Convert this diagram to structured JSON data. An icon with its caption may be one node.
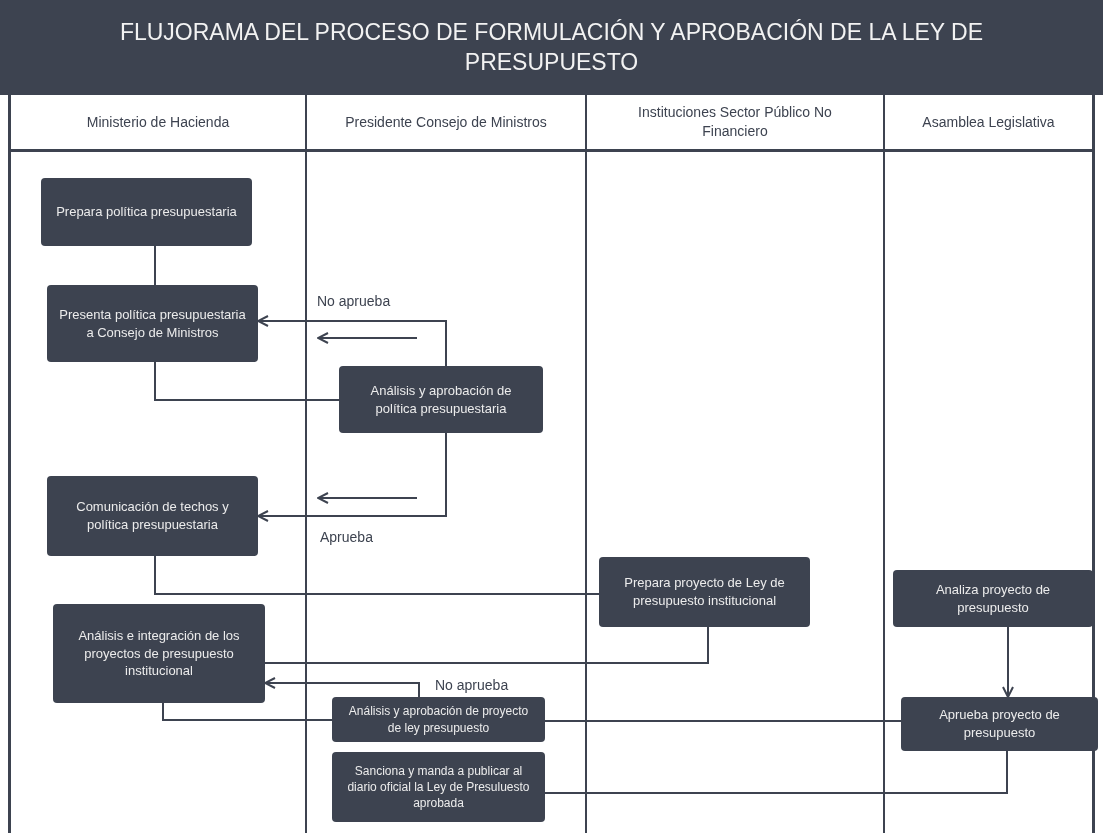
{
  "diagram": {
    "title": "FLUJORAMA DEL PROCESO DE FORMULACIÓN Y APROBACIÓN DE LA LEY DE PRESUPUESTO",
    "nodes": [
      {
        "text": [
          "Ministerio de Hacienda"
        ]
      },
      {
        "text": [
          "Presidente Consejo de Ministros"
        ]
      },
      {
        "text": [
          "Instituciones Sector Público No Financiero"
        ]
      },
      {
        "text": [
          "Asamblea Legislativa"
        ]
      },
      {
        "text": [
          "Prepara política presupuestaria"
        ],
        "in": 0
      },
      {
        "text": [
          "Presenta política presupuestaria a Consejo de Ministros"
        ],
        "in": 0
      },
      {
        "text": [
          "Análisis y aprobación de política presupuestaria"
        ],
        "in": 1
      },
      {
        "text": [
          "Comunicación de techos y política presupuestaria"
        ],
        "in": 0
      },
      {
        "text": [
          "Análisis e integración de los proyectos de presupuesto institucional"
        ],
        "in": 0
      },
      {
        "text": [
          "Prepara proyecto de Ley de presupuesto institucional"
        ],
        "in": 2
      },
      {
        "text": [
          "Analiza proyecto de presupuesto"
        ],
        "in": 3
      },
      {
        "text": [
          "Análisis y aprobación de proyecto de ley presupuesto"
        ],
        "in": 1
      },
      {
        "text": [
          "Aprueba proyecto de presupuesto"
        ],
        "in": 3
      },
      {
        "text": [
          "Sanciona y manda a publicar al diario oficial la Ley de Presuluesto aprobada"
        ],
        "in": 1
      }
    ],
    "edges": [
      {
        "from": 4,
        "to": 5,
        "arrow": "none"
      },
      {
        "from": 5,
        "to": 6,
        "arrow": "none"
      },
      {
        "from": 6,
        "to": 5,
        "arrow": "to",
        "label": "No aprueba"
      },
      {
        "from": 6,
        "to": 7,
        "arrow": "to",
        "label": "Aprueba"
      },
      {
        "from": 7,
        "to": 9,
        "arrow": "none"
      },
      {
        "from": 9,
        "to": 8,
        "arrow": "none"
      },
      {
        "from": 11,
        "to": 8,
        "arrow": "to",
        "label": "No aprueba"
      },
      {
        "from": 8,
        "to": 11,
        "arrow": "none"
      },
      {
        "from": 11,
        "to": 12,
        "arrow": "none"
      },
      {
        "from": 10,
        "to": 12,
        "arrow": "to"
      },
      {
        "from": 12,
        "to": 13,
        "arrow": "none"
      }
    ]
  }
}
